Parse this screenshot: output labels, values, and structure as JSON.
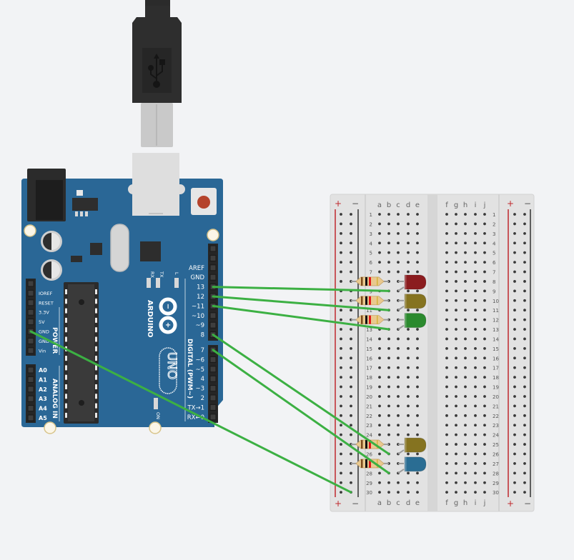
{
  "workspace": {
    "background": "#f2f3f5"
  },
  "usb_cable": {
    "symbol": "usb-icon"
  },
  "arduino": {
    "brand": "ARDUINO",
    "model": "UNO",
    "board_color": "#2a6796",
    "labels": {
      "rx": "RX",
      "tx": "TX",
      "l": "L",
      "on": "ON",
      "power": "POWER",
      "analog_in": "ANALOG IN",
      "digital": "DIGITAL (PWM~)"
    },
    "power_pins": [
      "IOREF",
      "RESET",
      "3.3V",
      "5V",
      "GND",
      "GND",
      "Vin"
    ],
    "analog_pins": [
      "A0",
      "A1",
      "A2",
      "A3",
      "A4",
      "A5"
    ],
    "digital_pins_upper": [
      "AREF",
      "GND",
      "13",
      "12",
      "~11",
      "~10",
      "~9",
      "8"
    ],
    "digital_pins_lower": [
      "7",
      "~6",
      "~5",
      "4",
      "~3",
      "2",
      "TX→1",
      "RX←0"
    ]
  },
  "breadboard": {
    "columns_left": [
      "a",
      "b",
      "c",
      "d",
      "e"
    ],
    "columns_right": [
      "f",
      "g",
      "h",
      "i",
      "j"
    ],
    "rows": 30,
    "rail_plus": "+",
    "rail_minus": "−",
    "rail_plus_color": "#c0282d",
    "rail_minus_color": "#333333"
  },
  "components": {
    "leds": [
      {
        "name": "led-red",
        "row": 8,
        "color": "#8b1c1f"
      },
      {
        "name": "led-yellow-1",
        "row": 10,
        "color": "#857320"
      },
      {
        "name": "led-green",
        "row": 12,
        "color": "#2b8a2e"
      },
      {
        "name": "led-yellow-2",
        "row": 25,
        "color": "#857320"
      },
      {
        "name": "led-blue",
        "row": 27,
        "color": "#2a6d93"
      }
    ],
    "resistors": [
      {
        "name": "resistor-1",
        "row": 8
      },
      {
        "name": "resistor-2",
        "row": 10
      },
      {
        "name": "resistor-3",
        "row": 12
      },
      {
        "name": "resistor-4",
        "row": 25
      },
      {
        "name": "resistor-5",
        "row": 27
      }
    ],
    "wires": [
      {
        "name": "wire-pin13",
        "from_pin": "13",
        "to_row": 9,
        "color": "#3cb043"
      },
      {
        "name": "wire-pin12",
        "from_pin": "12",
        "to_row": 11,
        "color": "#3cb043"
      },
      {
        "name": "wire-pin11",
        "from_pin": "~11",
        "to_row": 13,
        "color": "#3cb043"
      },
      {
        "name": "wire-pin8",
        "from_pin": "8",
        "to_row": 26,
        "color": "#3cb043"
      },
      {
        "name": "wire-pin7",
        "from_pin": "7",
        "to_row": 28,
        "color": "#3cb043"
      },
      {
        "name": "wire-gnd",
        "from_pin": "GND",
        "to_row": 30,
        "color": "#3cb043"
      }
    ]
  }
}
